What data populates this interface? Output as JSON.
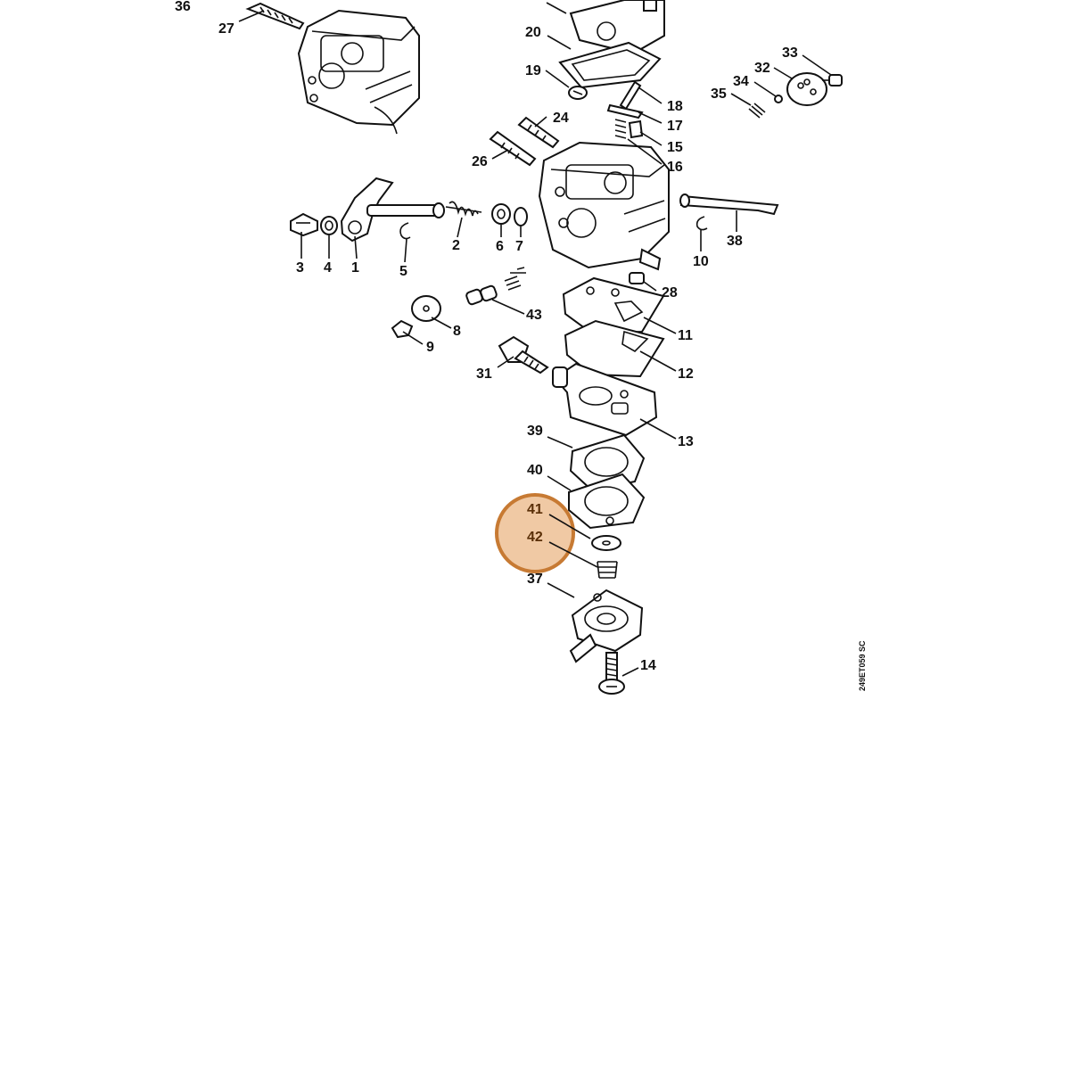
{
  "labels": {
    "p1": "1",
    "p2": "2",
    "p3": "3",
    "p4": "4",
    "p5": "5",
    "p6": "6",
    "p7": "7",
    "p8": "8",
    "p9": "9",
    "p10": "10",
    "p11": "11",
    "p12": "12",
    "p13": "13",
    "p14": "14",
    "p15": "15",
    "p16": "16",
    "p17": "17",
    "p18": "18",
    "p19": "19",
    "p20": "20",
    "p24": "24",
    "p26": "26",
    "p27": "27",
    "p28": "28",
    "p31": "31",
    "p32": "32",
    "p33": "33",
    "p34": "34",
    "p35": "35",
    "p36": "36",
    "p37": "37",
    "p38": "38",
    "p39": "39",
    "p40": "40",
    "p41": "41",
    "p42": "42",
    "p43": "43"
  },
  "drawing_code": "249ET059 SC",
  "highlight": {
    "color": "#f0c9a4",
    "border_color": "#c77a33",
    "parts": [
      "41",
      "42"
    ]
  }
}
